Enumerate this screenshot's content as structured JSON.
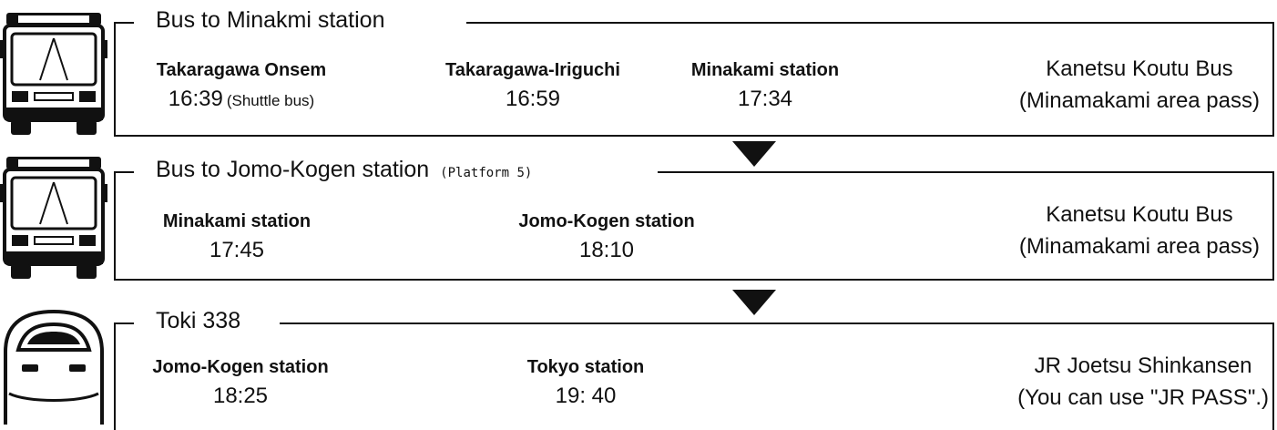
{
  "legs": [
    {
      "vehicle_icon": "bus-icon",
      "title": "Bus to  Minakmi station",
      "platform": "",
      "stops": [
        {
          "name": "Takaragawa Onsem",
          "time": "16:39",
          "note": "(Shuttle bus)"
        },
        {
          "name": "Takaragawa-Iriguchi",
          "time": "16:59",
          "note": ""
        },
        {
          "name": "Minakami station",
          "time": "17:34",
          "note": ""
        }
      ],
      "operator_line1": "Kanetsu Koutu Bus",
      "operator_line2": "(Minamakami area pass)"
    },
    {
      "vehicle_icon": "bus-icon",
      "title": "Bus to Jomo-Kogen station",
      "platform": "(Platform 5)",
      "stops": [
        {
          "name": "Minakami station",
          "time": "17:45",
          "note": ""
        },
        {
          "name": "Jomo-Kogen station",
          "time": "18:10",
          "note": ""
        }
      ],
      "operator_line1": "Kanetsu Koutu Bus",
      "operator_line2": "(Minamakami area pass)"
    },
    {
      "vehicle_icon": "shinkansen-icon",
      "title": "Toki 338",
      "platform": "",
      "stops": [
        {
          "name": "Jomo-Kogen station",
          "time": "18:25",
          "note": ""
        },
        {
          "name": "Tokyo station",
          "time": "19: 40",
          "note": ""
        }
      ],
      "operator_line1": "JR Joetsu Shinkansen",
      "operator_line2": "(You can use \"JR PASS\".)"
    }
  ]
}
